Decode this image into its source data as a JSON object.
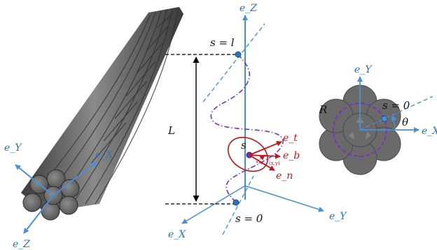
{
  "left_panel": {
    "axes": {
      "x": "e_X",
      "y": "e_Y",
      "z": "e_Z"
    }
  },
  "middle_panel": {
    "axes": {
      "x": "e_X",
      "y": "e_Y",
      "z": "e_Z"
    },
    "top_label": "s = l",
    "bottom_label": "s = 0",
    "length_label": "L",
    "point_label": "s",
    "local_coords": "(x,y)",
    "frame": {
      "tangent": "e_t",
      "binormal": "e_b",
      "normal": "e_n"
    }
  },
  "right_panel": {
    "axes": {
      "x": "e_X",
      "y": "e_Y"
    },
    "radius_label": "R",
    "start_label": "s = 0",
    "angle_label": "θ"
  },
  "colors": {
    "axis": "#4a90d9",
    "helix": "#7b2fbf",
    "frame": "#c0161a",
    "wire": "#5e5e5e",
    "dimension": "#000000"
  }
}
